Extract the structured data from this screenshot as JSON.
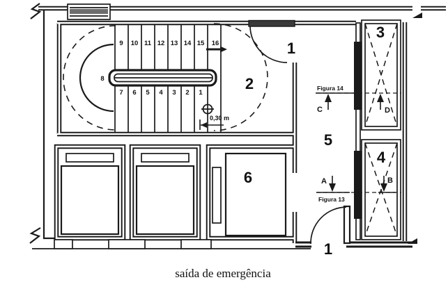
{
  "caption": "saída de emergência",
  "rooms": {
    "exit_top": "1",
    "hall": "2",
    "shaft_3": "3",
    "shaft_4": "4",
    "lobby": "5",
    "room_6": "6",
    "exit_bottom": "1"
  },
  "stair": {
    "upper_flight_steps": [
      "9",
      "10",
      "11",
      "12",
      "13",
      "14",
      "15",
      "16"
    ],
    "lower_flight_steps": [
      "7",
      "6",
      "5",
      "4",
      "3",
      "2",
      "1"
    ],
    "turn_step": "8",
    "tread_depth_label": "0,30 m"
  },
  "section_markers": {
    "figura_14": {
      "label": "Figura 14",
      "left": "C",
      "right": "D"
    },
    "figura_13": {
      "label": "Figura 13",
      "left": "A",
      "right": "B"
    }
  },
  "colors": {
    "ink": "#1a1a1a",
    "paper": "#ffffff"
  }
}
